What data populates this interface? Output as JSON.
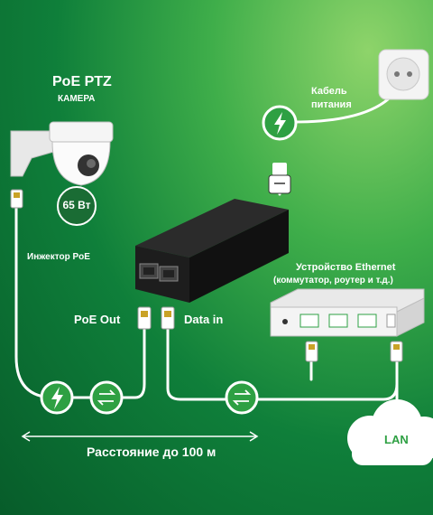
{
  "camera": {
    "title": "PoE PTZ",
    "subtitle": "КАМЕРА",
    "power": "65 Вт"
  },
  "injector": {
    "label": "Инжектор PoE"
  },
  "power_cable": {
    "label_line1": "Кабель",
    "label_line2": "питания"
  },
  "switch": {
    "label_line1": "Устройство Ethernet",
    "label_line2": "(коммутатор, роутер и т.д.)"
  },
  "ports": {
    "poe_out": "PoE Out",
    "data_in": "Data in"
  },
  "distance": {
    "label": "Расстояние до 100 м"
  },
  "lan": {
    "label": "LAN"
  },
  "colors": {
    "accent": "#2ea043",
    "cable": "#ffffff",
    "device": "#1a1a1a"
  }
}
